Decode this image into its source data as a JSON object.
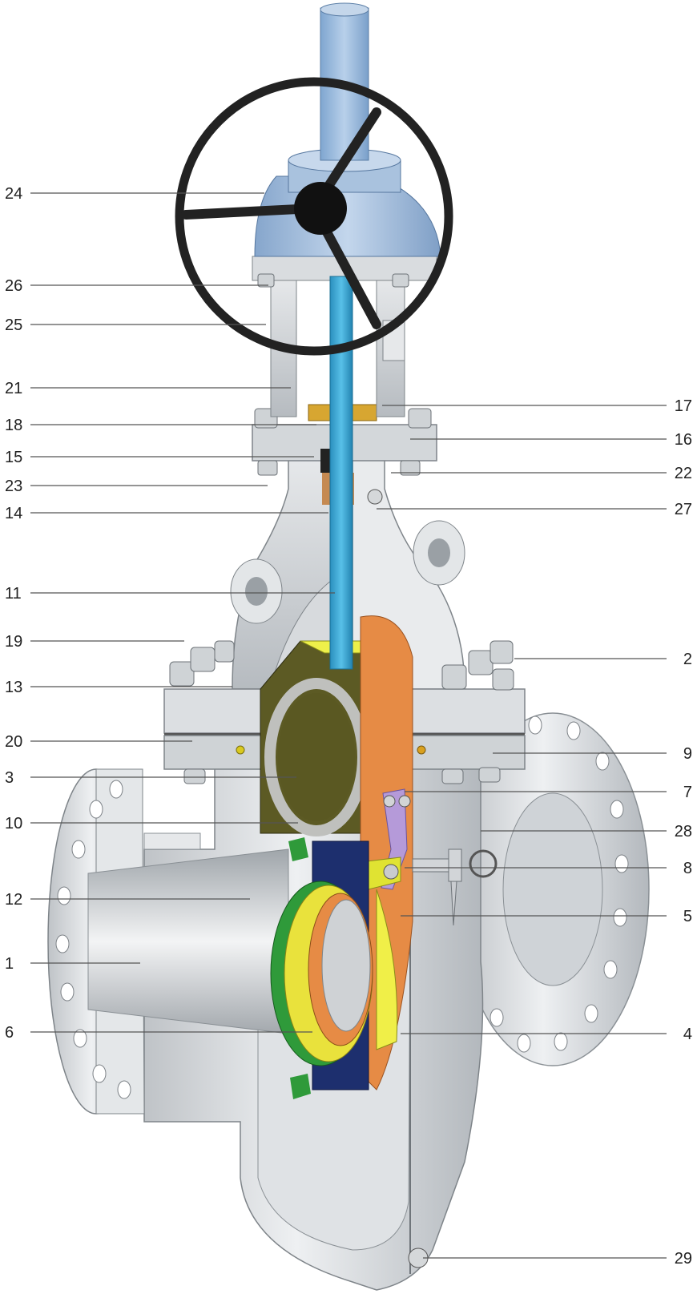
{
  "callouts": [
    {
      "id": "24",
      "side": "left"
    },
    {
      "id": "26",
      "side": "left"
    },
    {
      "id": "25",
      "side": "left"
    },
    {
      "id": "21",
      "side": "left"
    },
    {
      "id": "18",
      "side": "left"
    },
    {
      "id": "15",
      "side": "left"
    },
    {
      "id": "23",
      "side": "left"
    },
    {
      "id": "14",
      "side": "left"
    },
    {
      "id": "11",
      "side": "left"
    },
    {
      "id": "19",
      "side": "left"
    },
    {
      "id": "13",
      "side": "left"
    },
    {
      "id": "20",
      "side": "left"
    },
    {
      "id": "3",
      "side": "left"
    },
    {
      "id": "10",
      "side": "left"
    },
    {
      "id": "12",
      "side": "left"
    },
    {
      "id": "1",
      "side": "left"
    },
    {
      "id": "6",
      "side": "left"
    },
    {
      "id": "17",
      "side": "right"
    },
    {
      "id": "16",
      "side": "right"
    },
    {
      "id": "22",
      "side": "right"
    },
    {
      "id": "27",
      "side": "right"
    },
    {
      "id": "2",
      "side": "right"
    },
    {
      "id": "9",
      "side": "right"
    },
    {
      "id": "7",
      "side": "right"
    },
    {
      "id": "28",
      "side": "right"
    },
    {
      "id": "8",
      "side": "right"
    },
    {
      "id": "5",
      "side": "right"
    },
    {
      "id": "4",
      "side": "right"
    },
    {
      "id": "29",
      "side": "right"
    }
  ],
  "colors": {
    "body_steel": "#d9dcdf",
    "body_shadow": "#a9aeb3",
    "stem": "#3da9d6",
    "handwheel": "#222222",
    "gearbox": "#9db8d8",
    "gate": "#d8dc2a",
    "gate_dark": "#5c5a24",
    "seat_green": "#2f9a3a",
    "seat_ring_yellow": "#e9e23c",
    "orange_insert": "#e68b45",
    "navy_block": "#1d2f6e",
    "lavender_link": "#b59ad9",
    "brass": "#d7a631"
  },
  "icons": [
    "gate-valve-cutaway-illustration",
    "handwheel-icon"
  ]
}
